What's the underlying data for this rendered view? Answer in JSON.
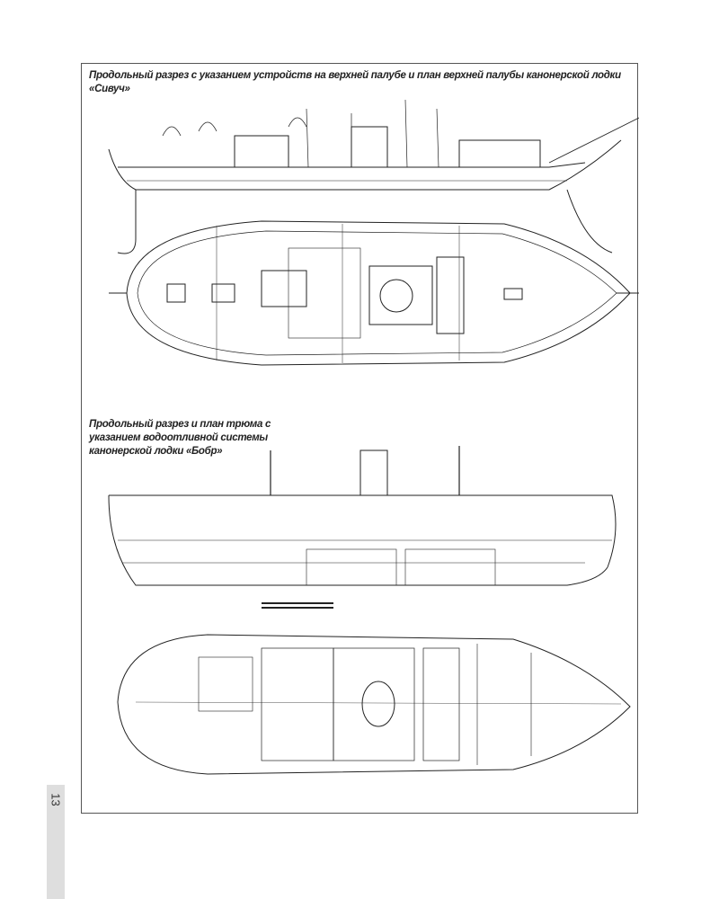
{
  "captions": {
    "top": "Продольный разрез с указанием устройств на верхней палубе и план верхней палубы канонерской лодки «Сивуч»",
    "bottom": "Продольный разрез и план трюма с указанием водоотливной системы канонерской лодки «Бобр»"
  },
  "page_number": "13"
}
